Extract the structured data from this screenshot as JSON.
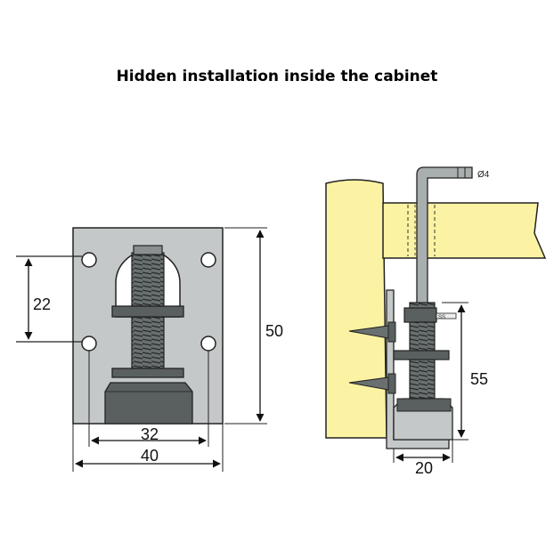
{
  "title": "Hidden installation inside the cabinet",
  "front_view": {
    "dim_hole_spacing": "22",
    "dim_height": "50",
    "dim_inner_width": "32",
    "dim_outer_width": "40"
  },
  "side_view": {
    "dim_key_diameter": "Ø4",
    "dim_height": "55",
    "dim_width": "20",
    "dim_wrench": "SS"
  },
  "colors": {
    "plate": "#c5c8c8",
    "dark_part": "#5a6060",
    "cabinet": "#fbf3a3",
    "outline": "#222222"
  }
}
